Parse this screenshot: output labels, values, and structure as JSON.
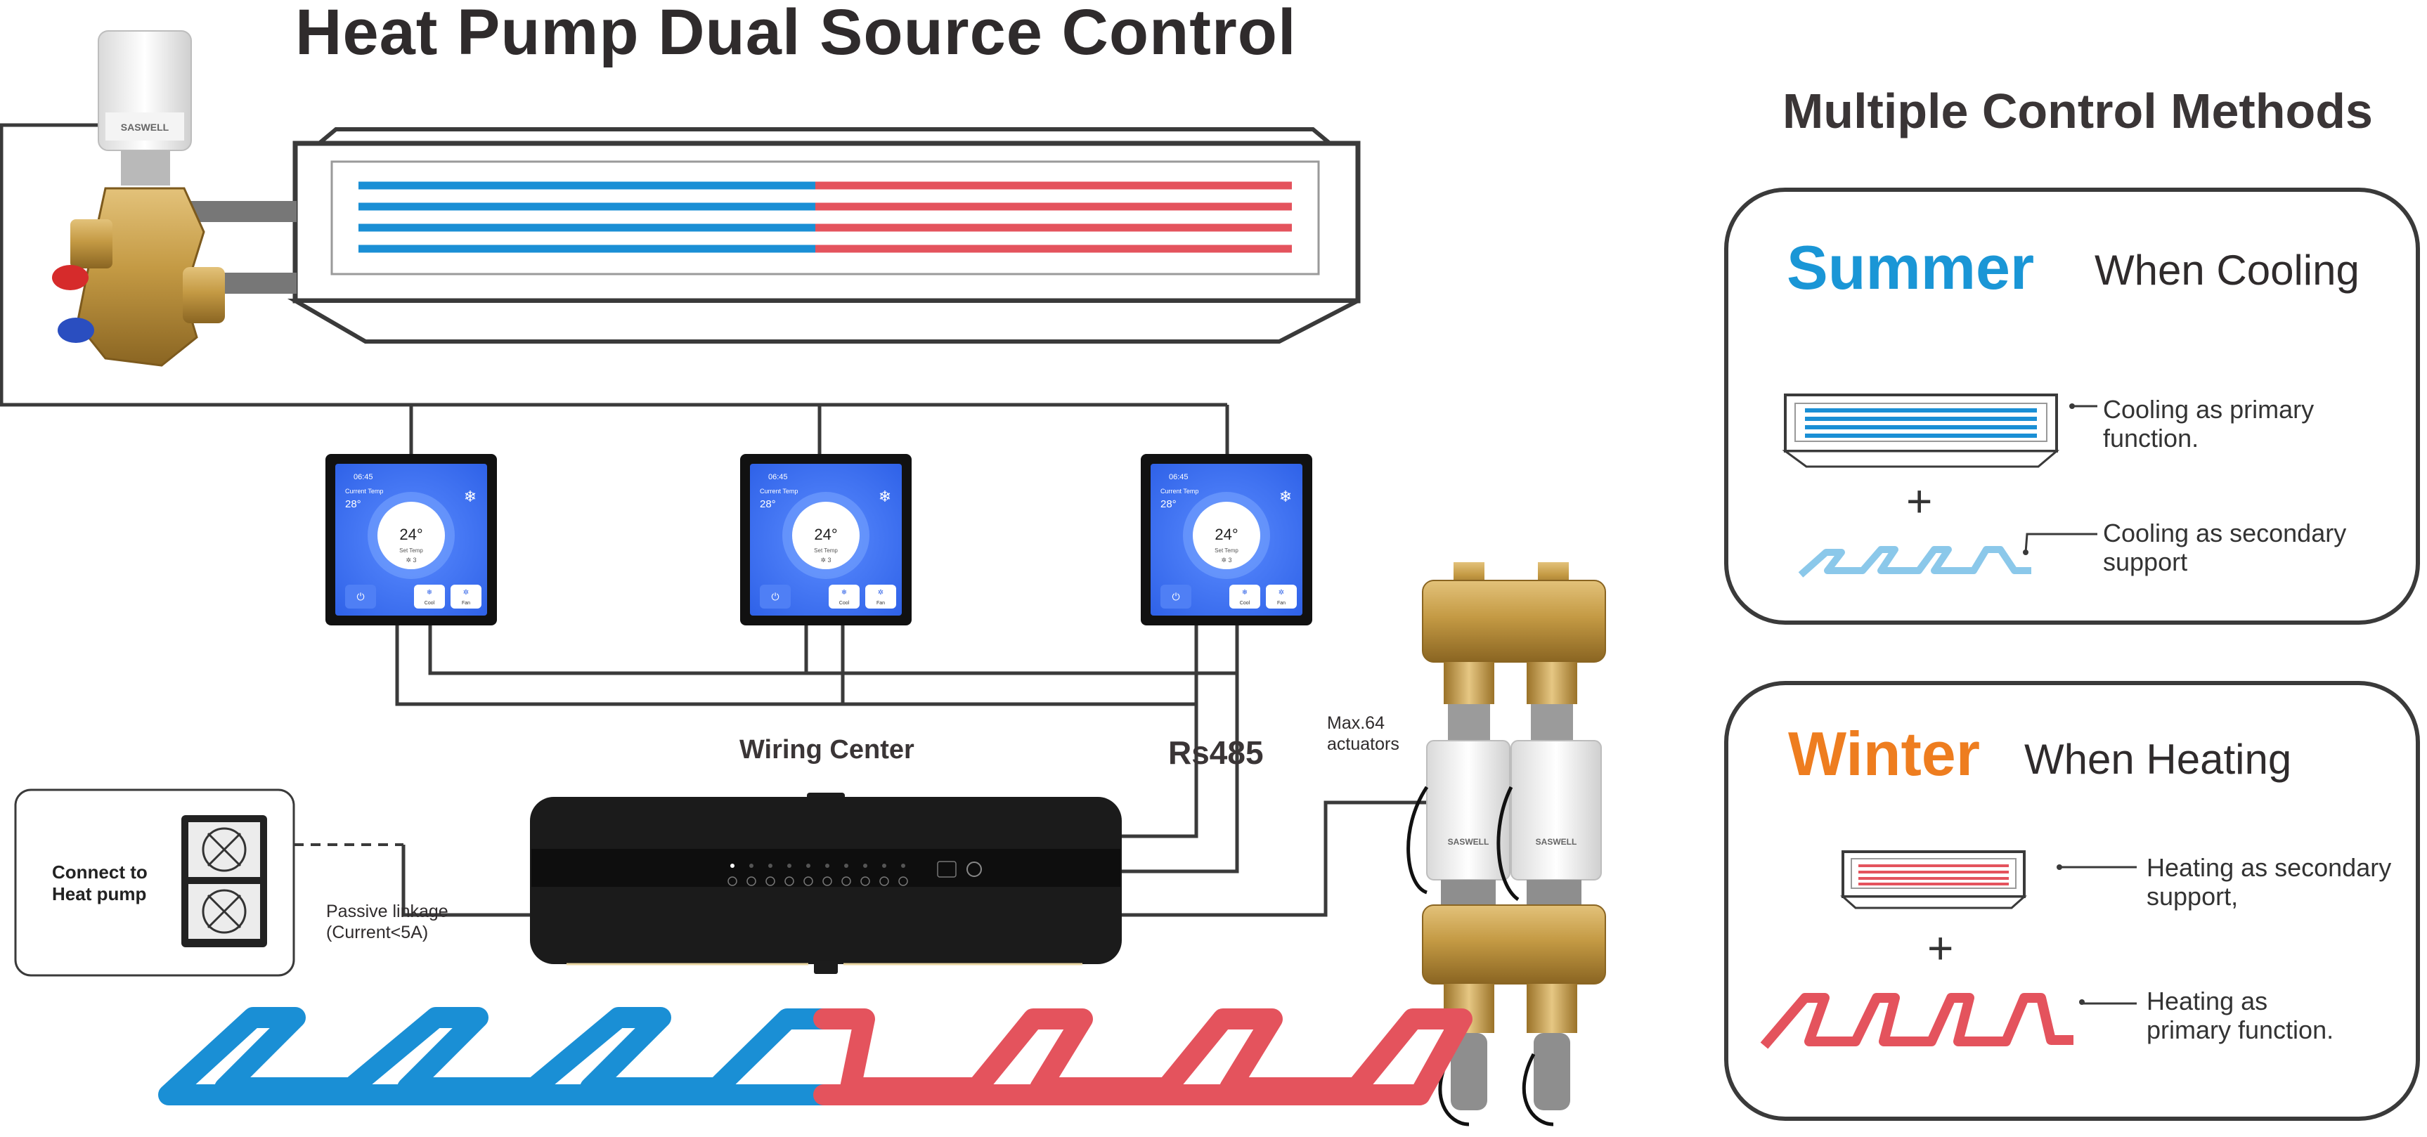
{
  "title": "Heat Pump Dual Source Control",
  "side_title": "Multiple Control Methods",
  "summer": {
    "season": "Summer",
    "mode": "When Cooling",
    "note_primary": "Cooling as primary function.",
    "note_secondary": "Cooling as secondary support",
    "plus": "+"
  },
  "winter": {
    "season": "Winter",
    "mode": "When Heating",
    "note_secondary": "Heating as secondary support,",
    "note_primary": "Heating as primary function.",
    "plus": "+"
  },
  "labels": {
    "wiring_center": "Wiring Center",
    "rs485": "Rs485",
    "max_actuators": "Max.64 actuators",
    "connect_heat_pump": "Connect to Heat pump",
    "passive_linkage": "Passive linkage (Current<5A)"
  },
  "brand": "SASWELL",
  "thermostat": {
    "time": "06:45",
    "current_label": "Current Temp",
    "current_value": "28°",
    "set_value": "24°",
    "set_label": "Set Temp",
    "fan": "3",
    "btn_mode": "Cool",
    "btn_fan": "Fan"
  },
  "colors": {
    "cool": "#1a8fd5",
    "heat": "#e4535d",
    "summer_title": "#1a96d6",
    "winter_title": "#ee7d1f",
    "outline": "#3a3a3a",
    "brass": "#c49a44"
  }
}
